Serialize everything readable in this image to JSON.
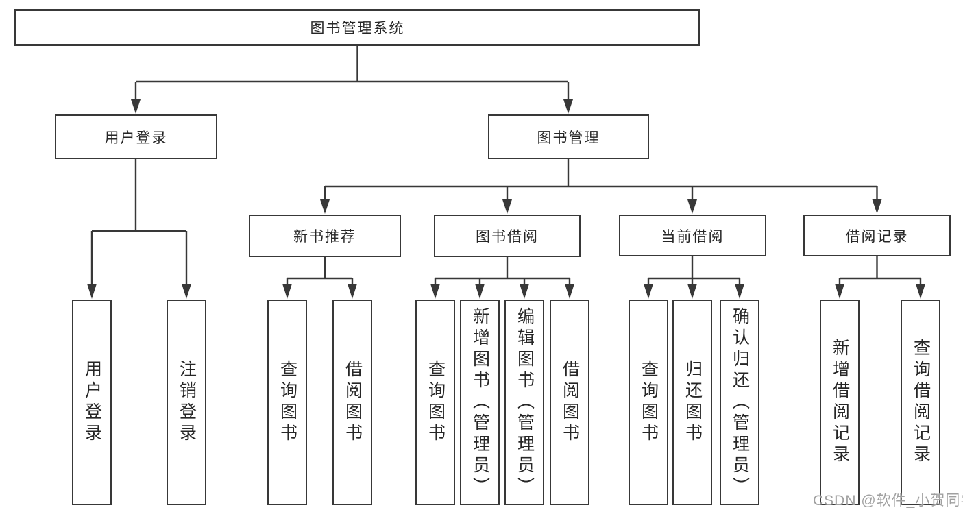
{
  "diagram": {
    "title": "图书管理系统",
    "tree": {
      "label": "图书管理系统",
      "children": [
        {
          "label": "用户登录",
          "children": [
            {
              "label": "用户登录"
            },
            {
              "label": "注销登录"
            }
          ]
        },
        {
          "label": "图书管理",
          "children": [
            {
              "label": "新书推荐",
              "children": [
                {
                  "label": "查询图书"
                },
                {
                  "label": "借阅图书"
                }
              ]
            },
            {
              "label": "图书借阅",
              "children": [
                {
                  "label": "查询图书"
                },
                {
                  "label": "新增图书（管理员）"
                },
                {
                  "label": "编辑图书（管理员）"
                },
                {
                  "label": "借阅图书"
                }
              ]
            },
            {
              "label": "当前借阅",
              "children": [
                {
                  "label": "查询图书"
                },
                {
                  "label": "归还图书"
                },
                {
                  "label": "确认归还（管理员）"
                }
              ]
            },
            {
              "label": "借阅记录",
              "children": [
                {
                  "label": "新增借阅记录"
                },
                {
                  "label": "查询借阅记录"
                }
              ]
            }
          ]
        }
      ]
    },
    "colors": {
      "line": "#383838",
      "box_border": "#383838",
      "text": "#262626",
      "watermark": "#a0a0a0",
      "background": "#ffffff"
    }
  },
  "watermark": {
    "text": "CSDN @软件_小贺同学"
  }
}
